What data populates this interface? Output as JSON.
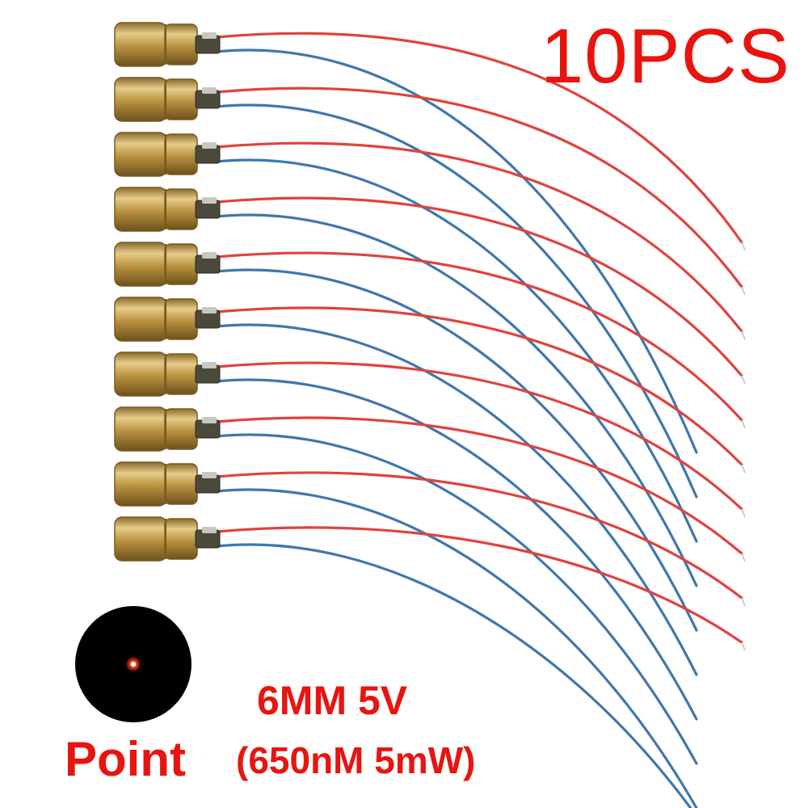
{
  "title": "10PCS",
  "spec": "6MM 5V",
  "subspec": "(650nM 5mW)",
  "point_label": "Point",
  "module_count": 10,
  "colors": {
    "text": "#e8140f",
    "red_wire": "#e0433d",
    "blue_wire": "#3f77ad",
    "brass": "#b8913f",
    "brass_dark": "#7a5a20",
    "brass_light": "#e6cc8a",
    "dot_background": "#000000",
    "laser_dot": "#ff2a1a"
  }
}
